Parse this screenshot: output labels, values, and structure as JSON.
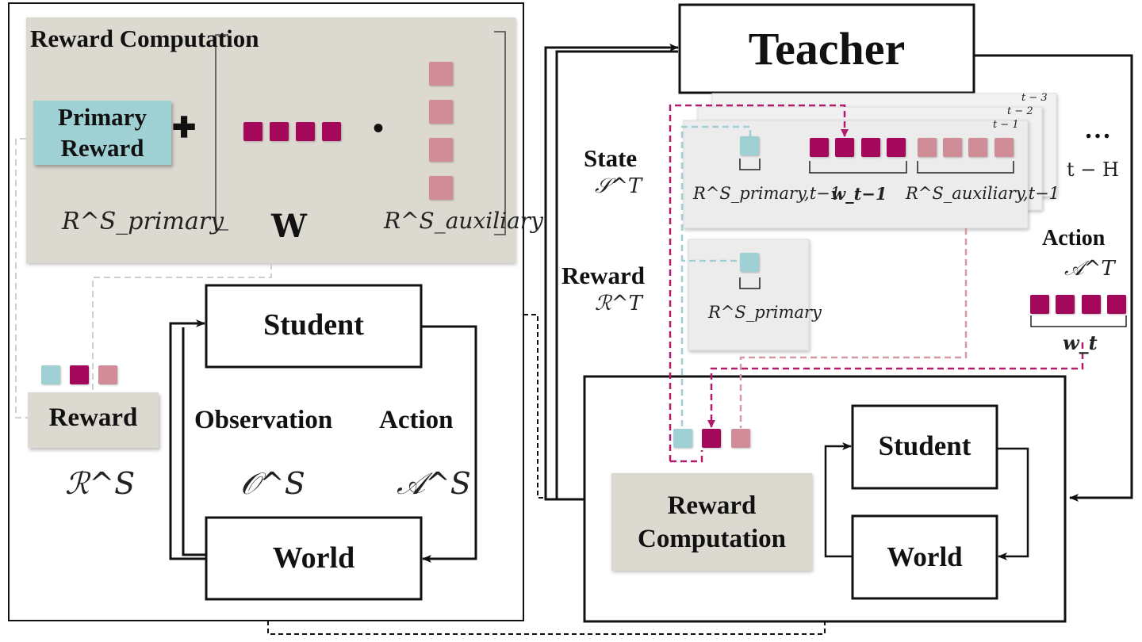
{
  "colors": {
    "primary_reward": "#9fd0d3",
    "weight": "#a3085a",
    "auxiliary": "#d18d97",
    "reward_box": "#dcd9d0",
    "state_frame": "#efefef",
    "cyan_line": "#9fcfd3",
    "magenta_line": "#b01c6b",
    "pink_line": "#d39aa2"
  },
  "left_panel": {
    "reward_computation_title": "Reward Computation",
    "primary_reward_label": "Primary Reward",
    "plus_symbol": "✚",
    "dot_symbol": "•",
    "primary_symbol": "R^S_primary",
    "weights_symbol": "W",
    "auxiliary_symbol": "R^S_auxiliary",
    "student_label": "Student",
    "world_label": "World",
    "observation_label": "Observation",
    "observation_symbol": "𝒪^S",
    "action_label": "Action",
    "action_symbol": "𝒜^S",
    "reward_label": "Reward",
    "reward_symbol": "ℛ^S"
  },
  "right_panel": {
    "teacher_label": "Teacher",
    "state_label": "State",
    "state_symbol": "𝒮^T",
    "history_labels": [
      "t − 3",
      "t − 2",
      "t − 1"
    ],
    "ellipsis": "…",
    "horizon_label": "t − H",
    "state_primary_symbol": "R^S_primary,t−1",
    "state_weights_symbol": "w_t−1",
    "state_auxiliary_symbol": "R^S_auxiliary,t−1",
    "teacher_reward_label": "Reward",
    "teacher_reward_symbol": "ℛ^T",
    "teacher_reward_primary_symbol": "R^S_primary",
    "teacher_action_label": "Action",
    "teacher_action_symbol": "𝒜^T",
    "teacher_action_weights_symbol": "w_t",
    "reward_computation_label": "Reward Computation",
    "student_label": "Student",
    "world_label": "World"
  }
}
